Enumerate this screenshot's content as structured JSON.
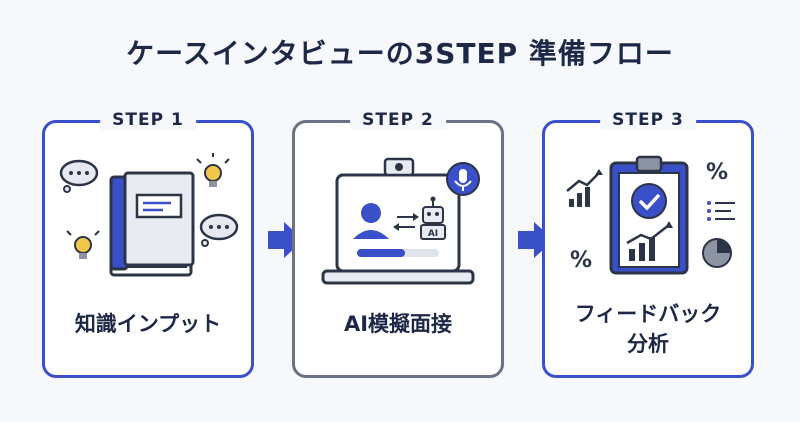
{
  "title": "ケースインタビューの3STEP 準備フロー",
  "steps": [
    {
      "label": "STEP 1",
      "text": "知識インプット"
    },
    {
      "label": "STEP 2",
      "text": "AI模擬面接",
      "ai_badge": "AI"
    },
    {
      "label": "STEP 3",
      "text_line1": "フィードバック",
      "text_line2": "分析",
      "percent_symbol": "%"
    }
  ],
  "colors": {
    "accent": "#3a50c8",
    "dark": "#2c3447",
    "gray_border": "#6b7382",
    "bulb": "#f2c84b"
  },
  "icons": [
    "book-icon",
    "thought-bubble-icon",
    "lightbulb-icon",
    "laptop-icon",
    "webcam-icon",
    "microphone-icon",
    "user-icon",
    "robot-icon",
    "clipboard-icon",
    "checkmark-icon",
    "growth-chart-icon",
    "pie-chart-icon",
    "list-icon",
    "percent-icon"
  ]
}
